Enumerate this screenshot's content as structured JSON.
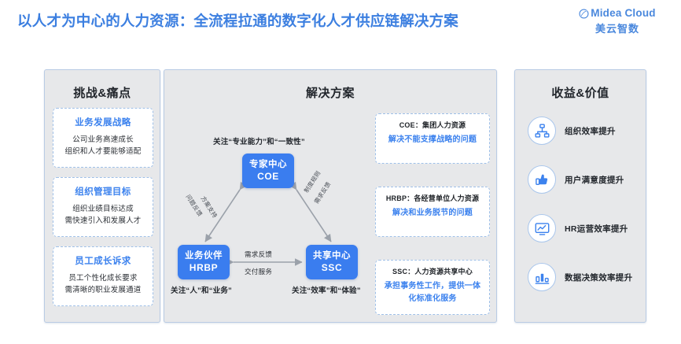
{
  "header": {
    "title": "以人才为中心的人力资源：全流程拉通的数字化人才供应链解决方案",
    "title_color": "#3c7fe0",
    "brand": {
      "name": "Midea Cloud",
      "sub": "美云智数",
      "mark_icon": "circle-swoosh-icon",
      "color": "#4a88dd"
    }
  },
  "left_panel": {
    "title": "挑战&痛点",
    "cards": [
      {
        "title": "业务发展战略",
        "lines": [
          "公司业务高速成长",
          "组织和人才要能够适配"
        ]
      },
      {
        "title": "组织管理目标",
        "lines": [
          "组织业绩目标达成",
          "需快速引入和发展人才"
        ]
      },
      {
        "title": "员工成长诉求",
        "lines": [
          "员工个性化成长要求",
          "需清晰的职业发展通道"
        ]
      }
    ]
  },
  "center_panel": {
    "title": "解决方案",
    "nodes": [
      {
        "id": "coe",
        "cn": "专家中心",
        "en": "COE",
        "caption": "关注“专业能力”和“一致性”"
      },
      {
        "id": "hrbp",
        "cn": "业务伙伴",
        "en": "HRBP",
        "caption": "关注“人”和“业务”"
      },
      {
        "id": "ssc",
        "cn": "共享中心",
        "en": "SSC",
        "caption": "关注“效率”和“体验”"
      }
    ],
    "arrow_labels": {
      "left_up": "问题反馈",
      "left_down": "方案支持",
      "right_up": "制度规则",
      "right_down": "需求反馈",
      "mid_top": "需求反馈",
      "mid_bottom": "交付服务"
    },
    "node_color": "#3a7def",
    "desc_boxes": [
      {
        "head": "COE：集团人力资源",
        "body": "解决不能支撑战略的问题"
      },
      {
        "head": "HRBP：各经营单位人力资源",
        "body": "解决和业务脱节的问题"
      },
      {
        "head": "SSC：人力资源共享中心",
        "body": "承担事务性工作，提供一体化标准化服务"
      }
    ]
  },
  "right_panel": {
    "title": "收益&价值",
    "items": [
      {
        "label": "组织效率提升",
        "icon": "org-chart-icon"
      },
      {
        "label": "用户满意度提升",
        "icon": "thumbs-up-icon"
      },
      {
        "label": "HR运营效率提升",
        "icon": "line-chart-monitor-icon"
      },
      {
        "label": "数据决策效率提升",
        "icon": "bar-chart-icon"
      }
    ],
    "icon_color": "#3c82ee"
  }
}
